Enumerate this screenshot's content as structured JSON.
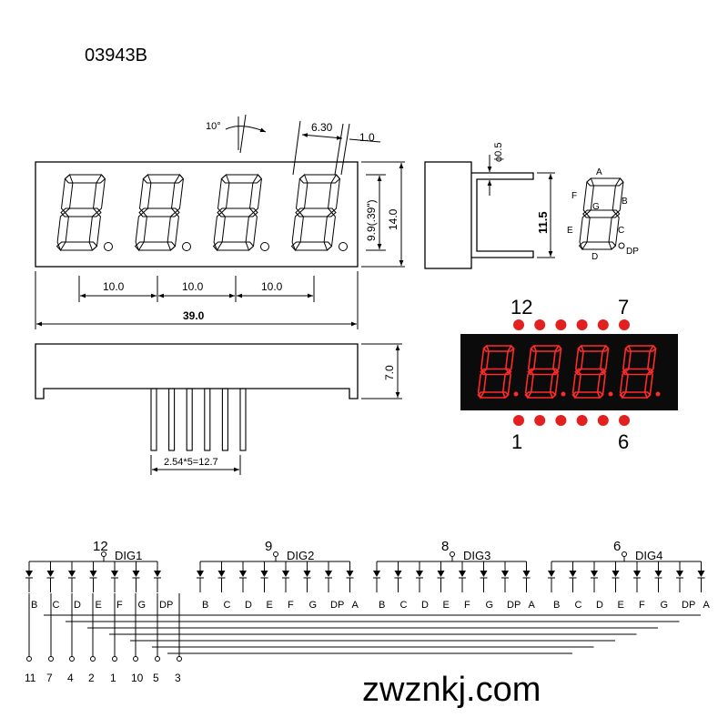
{
  "title": "03943B",
  "angle_label": "10°",
  "dims": {
    "seg_width": "6.30",
    "seg_offset": "1.0",
    "pin_dia": "ϕ0.5",
    "digit_height": "9.9(.39\")",
    "body_height": "14.0",
    "side_height": "11.5",
    "pitch1": "10.0",
    "pitch2": "10.0",
    "pitch3": "10.0",
    "total_width": "39.0",
    "depth": "7.0",
    "pin_pitch": "2.54*5=12.7"
  },
  "segment_letters": {
    "a": "A",
    "b": "B",
    "c": "C",
    "d": "D",
    "e": "E",
    "f": "F",
    "g": "G",
    "dp": "DP"
  },
  "pin_labels": {
    "top_left": "12",
    "top_right": "7",
    "bottom_left": "1",
    "bottom_right": "6"
  },
  "colors": {
    "led_red": "#ff2a2a",
    "pin_red": "#e32020",
    "display_bg": "#0b0b0b"
  },
  "digits": [
    {
      "pin": "12",
      "label": "DIG1"
    },
    {
      "pin": "9",
      "label": "DIG2"
    },
    {
      "pin": "8",
      "label": "DIG3"
    },
    {
      "pin": "6",
      "label": "DIG4"
    }
  ],
  "segment_names": [
    "B",
    "C",
    "D",
    "E",
    "F",
    "G",
    "DP",
    "A"
  ],
  "segment_names_first": [
    "B",
    "C",
    "D",
    "E",
    "F",
    "G",
    "DP"
  ],
  "bottom_pins": [
    "11",
    "7",
    "4",
    "2",
    "1",
    "10",
    "5",
    "3"
  ],
  "watermark": "zwznkj.com"
}
